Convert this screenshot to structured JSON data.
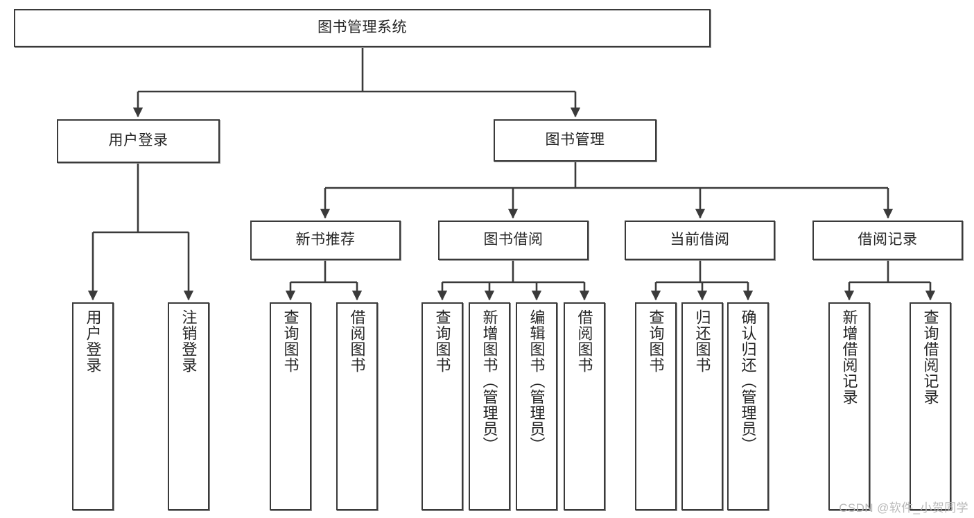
{
  "diagram": {
    "title": "图书管理系统",
    "watermark": "CSDN @软件_小贺同学",
    "colors": {
      "box_border": "#3a3a3a",
      "box_fill": "#ffffff",
      "edge": "#3a3a3a",
      "text": "#262626",
      "watermark": "#b9b9b9",
      "background": "#ffffff"
    },
    "root": {
      "label": "图书管理系统"
    },
    "level1": [
      {
        "label": "用户登录"
      },
      {
        "label": "图书管理"
      }
    ],
    "level2": [
      {
        "label": "新书推荐"
      },
      {
        "label": "图书借阅"
      },
      {
        "label": "当前借阅"
      },
      {
        "label": "借阅记录"
      }
    ],
    "leaves_user_login": [
      {
        "label": "用户登录"
      },
      {
        "label": "注销登录"
      }
    ],
    "leaves_new_book": [
      {
        "label": "查询图书"
      },
      {
        "label": "借阅图书"
      }
    ],
    "leaves_borrow": [
      {
        "label": "查询图书"
      },
      {
        "label": "新增图书（管理员）"
      },
      {
        "label": "编辑图书（管理员）"
      },
      {
        "label": "借阅图书"
      }
    ],
    "leaves_current": [
      {
        "label": "查询图书"
      },
      {
        "label": "归还图书"
      },
      {
        "label": "确认归还（管理员）"
      }
    ],
    "leaves_record": [
      {
        "label": "新增借阅记录"
      },
      {
        "label": "查询借阅记录"
      }
    ]
  }
}
